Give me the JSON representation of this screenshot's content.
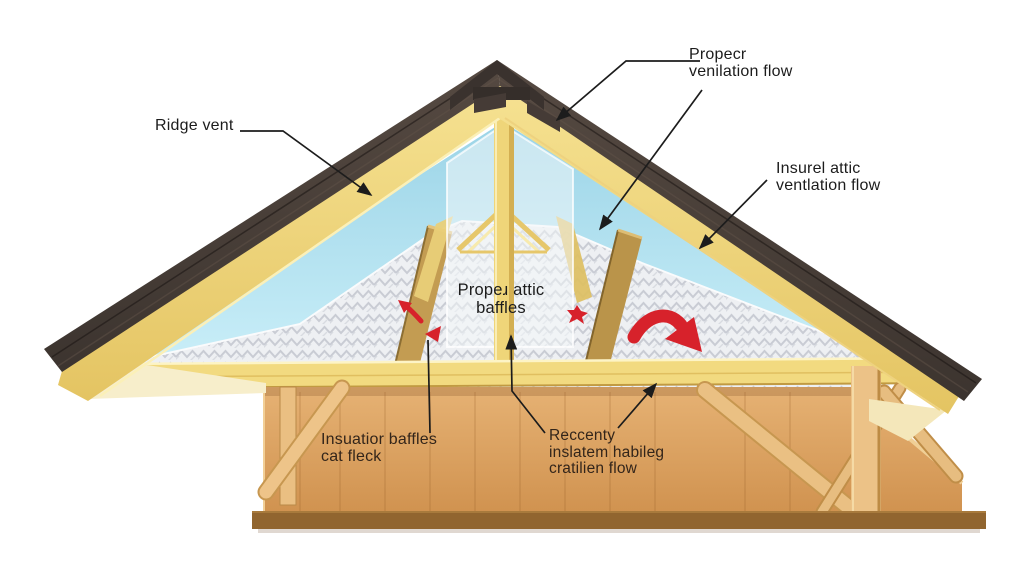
{
  "diagram": {
    "type": "attic-insulation-ventilation-cutaway",
    "labels": {
      "ridge_vent": "Ridge vent",
      "proper_ventilation_flow": "Propecr\nvenilation flow",
      "insured_attic_ventilation_flow": "Insurel attic\nventlation flow",
      "proper_attic_baffles": "Propeɹ attic\nbaffles",
      "insulation_baffles": "Insuatior baffles\ncat fleck",
      "recently_insulated": "Reccenty\ninslatem habileg\ncratilien flow"
    },
    "colors": {
      "roof_shingles": "#493f3b",
      "rafter_yellow": "#f1d87d",
      "attic_sky_blue": "#a8dcec",
      "insulation_white": "#eef0f3",
      "wall_wood": "#dfa968",
      "flow_arrow_red": "#d7222b",
      "leader_line": "#1c1c1c",
      "label_black": "#1c1c1c",
      "label_brown": "#33251a"
    }
  }
}
